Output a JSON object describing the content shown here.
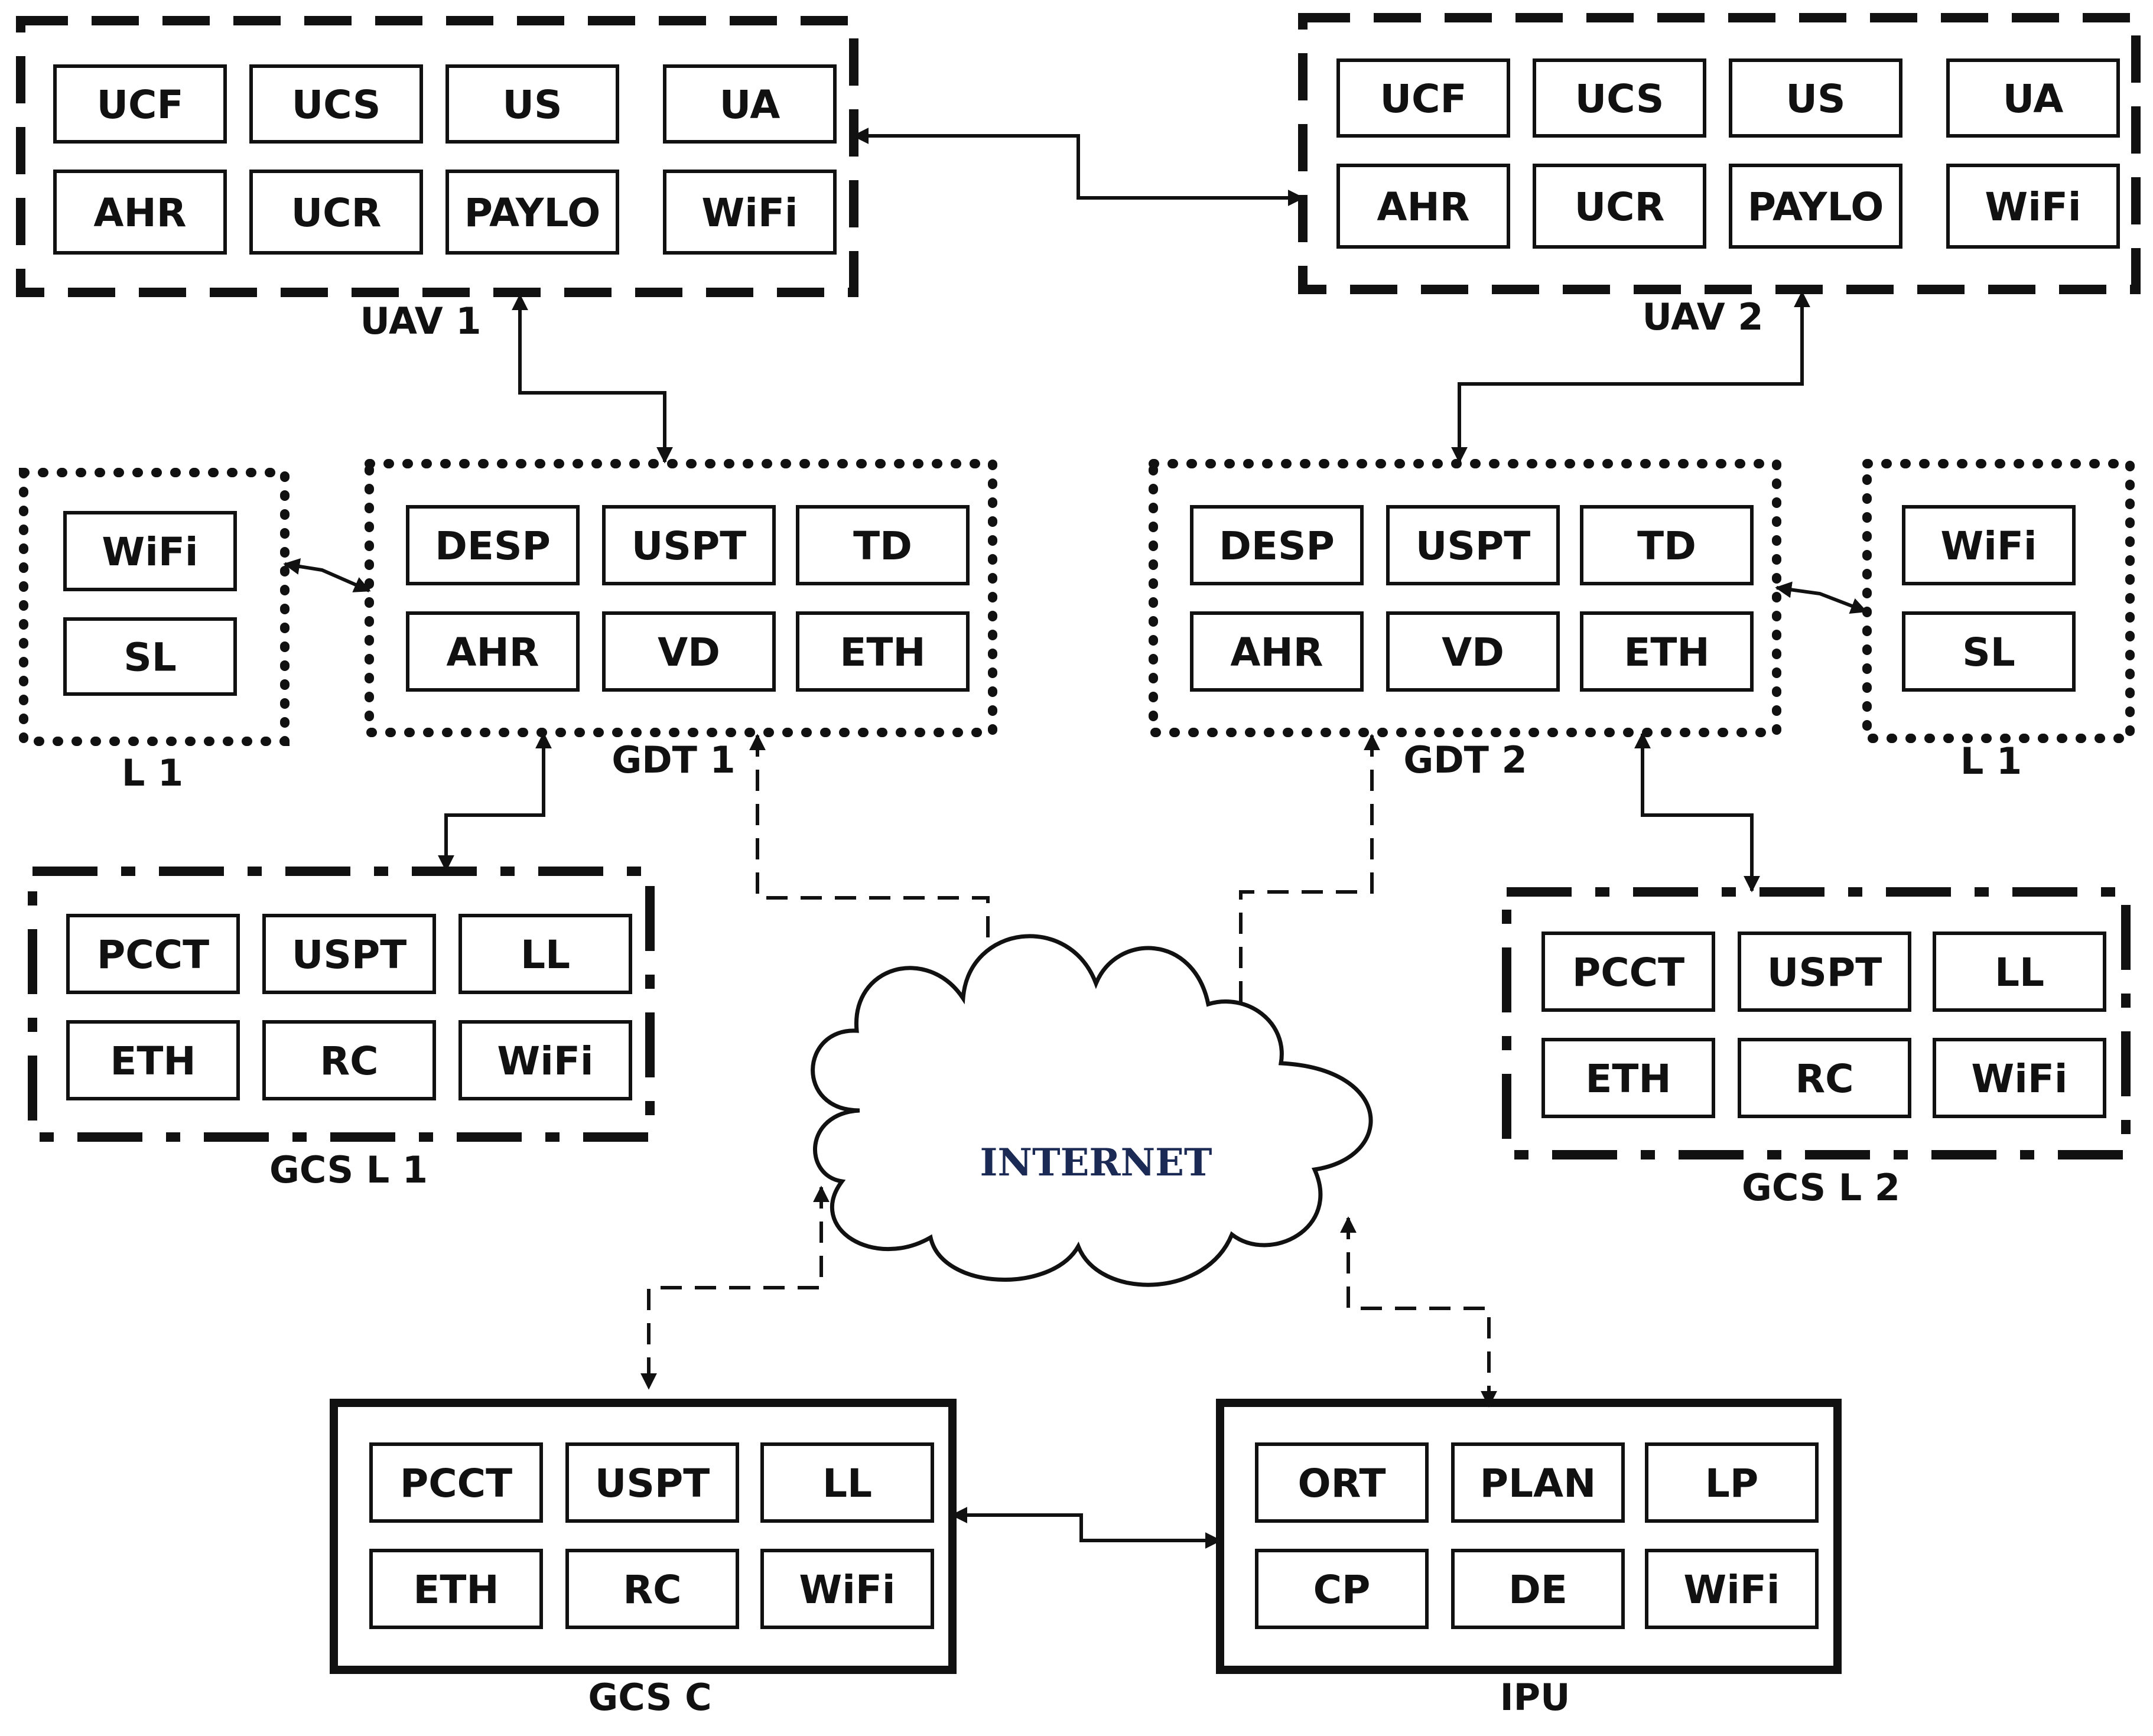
{
  "colors": {
    "ink": "#111111",
    "background": "#ffffff"
  },
  "groups": [
    {
      "id": "uav1",
      "label": "UAV 1",
      "border": "dashed",
      "modules": [
        "UCF",
        "UCS",
        "US",
        "UA",
        "AHR",
        "UCR",
        "PAYLO",
        "WiFi"
      ]
    },
    {
      "id": "uav2",
      "label": "UAV 2",
      "border": "dashed",
      "modules": [
        "UCF",
        "UCS",
        "US",
        "UA",
        "AHR",
        "UCR",
        "PAYLO",
        "WiFi"
      ]
    },
    {
      "id": "l1_left",
      "label": "L 1",
      "border": "dotted",
      "modules": [
        "WiFi",
        "SL"
      ]
    },
    {
      "id": "gdt1",
      "label": "GDT 1",
      "border": "dotted",
      "modules": [
        "DESP",
        "USPT",
        "TD",
        "AHR",
        "VD",
        "ETH"
      ]
    },
    {
      "id": "gdt2",
      "label": "GDT 2",
      "border": "dotted",
      "modules": [
        "DESP",
        "USPT",
        "TD",
        "AHR",
        "VD",
        "ETH"
      ]
    },
    {
      "id": "l1_right",
      "label": "L 1",
      "border": "dotted",
      "modules": [
        "WiFi",
        "SL"
      ]
    },
    {
      "id": "gcs_l1",
      "label": "GCS   L 1",
      "border": "dashdot",
      "modules": [
        "PCCT",
        "USPT",
        "LL",
        "ETH",
        "RC",
        "WiFi"
      ]
    },
    {
      "id": "gcs_l2",
      "label": "GCS   L 2",
      "border": "dashdot",
      "modules": [
        "PCCT",
        "USPT",
        "LL",
        "ETH",
        "RC",
        "WiFi"
      ]
    },
    {
      "id": "gcs_c",
      "label": "GCS   C",
      "border": "solid",
      "modules": [
        "PCCT",
        "USPT",
        "LL",
        "ETH",
        "RC",
        "WiFi"
      ]
    },
    {
      "id": "ipu",
      "label": "IPU",
      "border": "solid",
      "modules": [
        "ORT",
        "PLAN",
        "LP",
        "CP",
        "DE",
        "WiFi"
      ]
    }
  ],
  "cloud": {
    "label": "INTERNET"
  },
  "connections": [
    {
      "from": "uav1",
      "to": "uav2",
      "style": "solid"
    },
    {
      "from": "uav1",
      "to": "gdt1",
      "style": "solid"
    },
    {
      "from": "uav2",
      "to": "gdt2",
      "style": "solid"
    },
    {
      "from": "l1_left",
      "to": "gdt1",
      "style": "solid"
    },
    {
      "from": "gdt2",
      "to": "l1_right",
      "style": "solid"
    },
    {
      "from": "gdt1",
      "to": "gcs_l1",
      "style": "solid"
    },
    {
      "from": "gdt2",
      "to": "gcs_l2",
      "style": "solid"
    },
    {
      "from": "gdt1",
      "to": "internet",
      "style": "dashed"
    },
    {
      "from": "gdt2",
      "to": "internet",
      "style": "dashed"
    },
    {
      "from": "internet",
      "to": "gcs_c",
      "style": "dashed"
    },
    {
      "from": "internet",
      "to": "ipu",
      "style": "dashed"
    },
    {
      "from": "gcs_c",
      "to": "ipu",
      "style": "solid"
    }
  ]
}
